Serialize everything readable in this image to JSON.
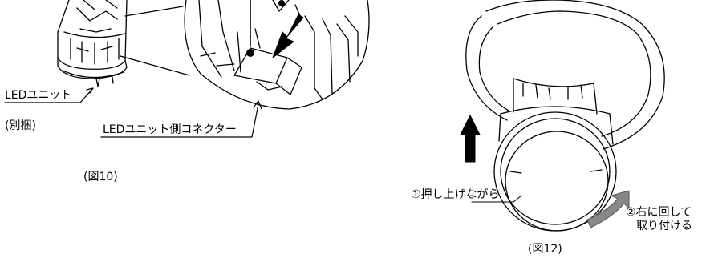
{
  "labels": {
    "led_unit": "LEDユニット",
    "separate": "(別梱)",
    "connector": "LEDユニット側コネクター",
    "fig10": "(図10)",
    "step1": "①押し上げながら",
    "step2_line1": "②右に回して",
    "step2_line2": "取り付ける",
    "fig12": "(図12)"
  }
}
